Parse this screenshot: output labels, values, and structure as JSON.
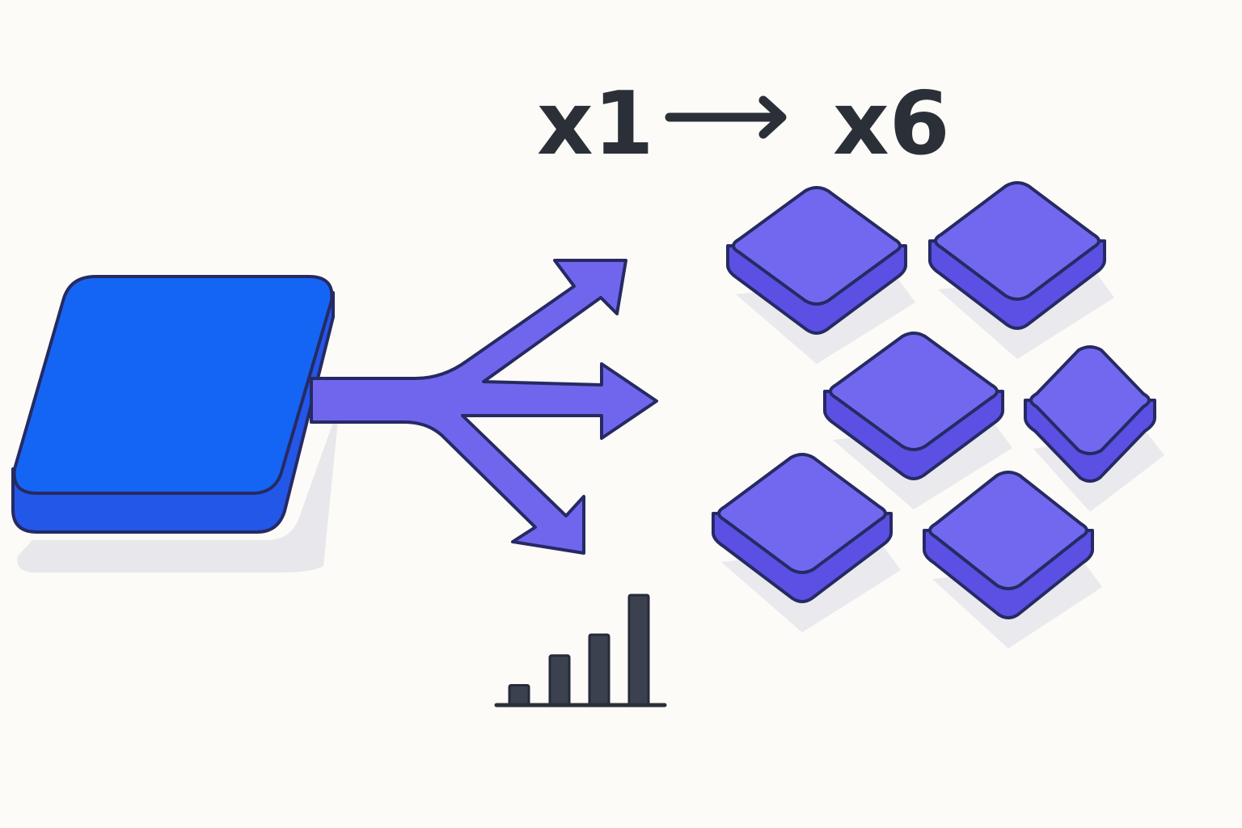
{
  "heading": {
    "from_label": "x1",
    "to_label": "x6"
  },
  "source_block": {
    "count": 1,
    "color_top": "#1565f4",
    "color_side": "#2357e8"
  },
  "target_blocks": {
    "count": 6,
    "color_top": "#7268f0",
    "color_side": "#5b50e3"
  },
  "fork_arrow": {
    "branches": 3,
    "color": "#7066ee"
  },
  "growth_chart": {
    "bars": 4,
    "relative_heights": [
      0.18,
      0.45,
      0.64,
      1.0
    ],
    "color": "#3c4150"
  },
  "colors": {
    "background": "#fcfbf7",
    "outline": "#262a63",
    "text": "#2b3038",
    "shadow": "#e7e7ec"
  }
}
